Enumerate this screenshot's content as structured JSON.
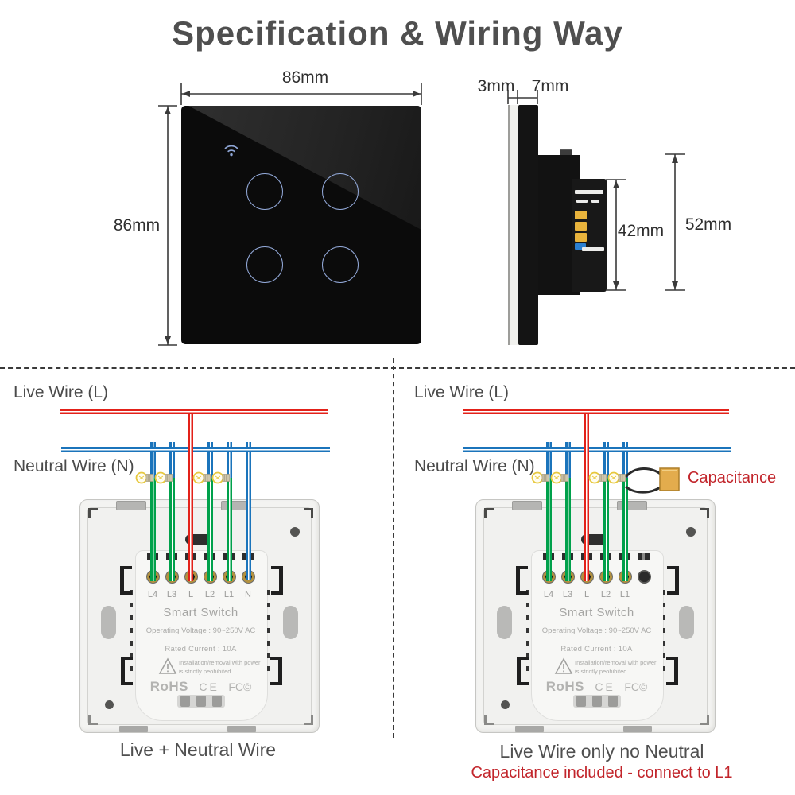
{
  "title": "Specification & Wiring Way",
  "front_view": {
    "width_label": "86mm",
    "height_label": "86mm"
  },
  "side_view": {
    "glass_label": "3mm",
    "panel_label": "7mm",
    "insert_label": "42mm",
    "total_label": "52mm"
  },
  "diagram_left": {
    "live_label": "Live Wire (L)",
    "neutral_label": "Neutral Wire (N)",
    "caption": "Live + Neutral Wire",
    "terminals": [
      "L4",
      "L3",
      "L",
      "L2",
      "L1",
      "N"
    ]
  },
  "diagram_right": {
    "live_label": "Live Wire (L)",
    "neutral_label": "Neutral Wire (N)",
    "capacitance_label": "Capacitance",
    "caption": "Live Wire only no Neutral",
    "note": "Capacitance included - connect to L1",
    "terminals": [
      "L4",
      "L3",
      "L",
      "L2",
      "L1"
    ]
  },
  "switch_back": {
    "name": "Smart Switch",
    "voltage": "Operating Voltage : 90~250V AC",
    "current": "Rated Current : 10A",
    "warning_line1": "Installation/removal with power",
    "warning_line2": "is strictly peohibited",
    "cert_rohs": "RoHS",
    "cert_ce": "CE",
    "cert_fcc": "FC©"
  },
  "icons": {
    "wifi": "wifi-icon",
    "lamp": "lamp-bulb-icon",
    "warning": "warning-triangle-icon",
    "capacitor": "capacitor-icon"
  },
  "colors": {
    "live_wire": "#e32119",
    "neutral_wire": "#1b74bb",
    "load_wire": "#00a14b",
    "capacitor_body": "#e3ac4d",
    "note_red": "#c2252b",
    "panel_black": "#0b0b0b",
    "body_gray": "#f3f3f1",
    "title_gray": "#4f4f4f"
  }
}
